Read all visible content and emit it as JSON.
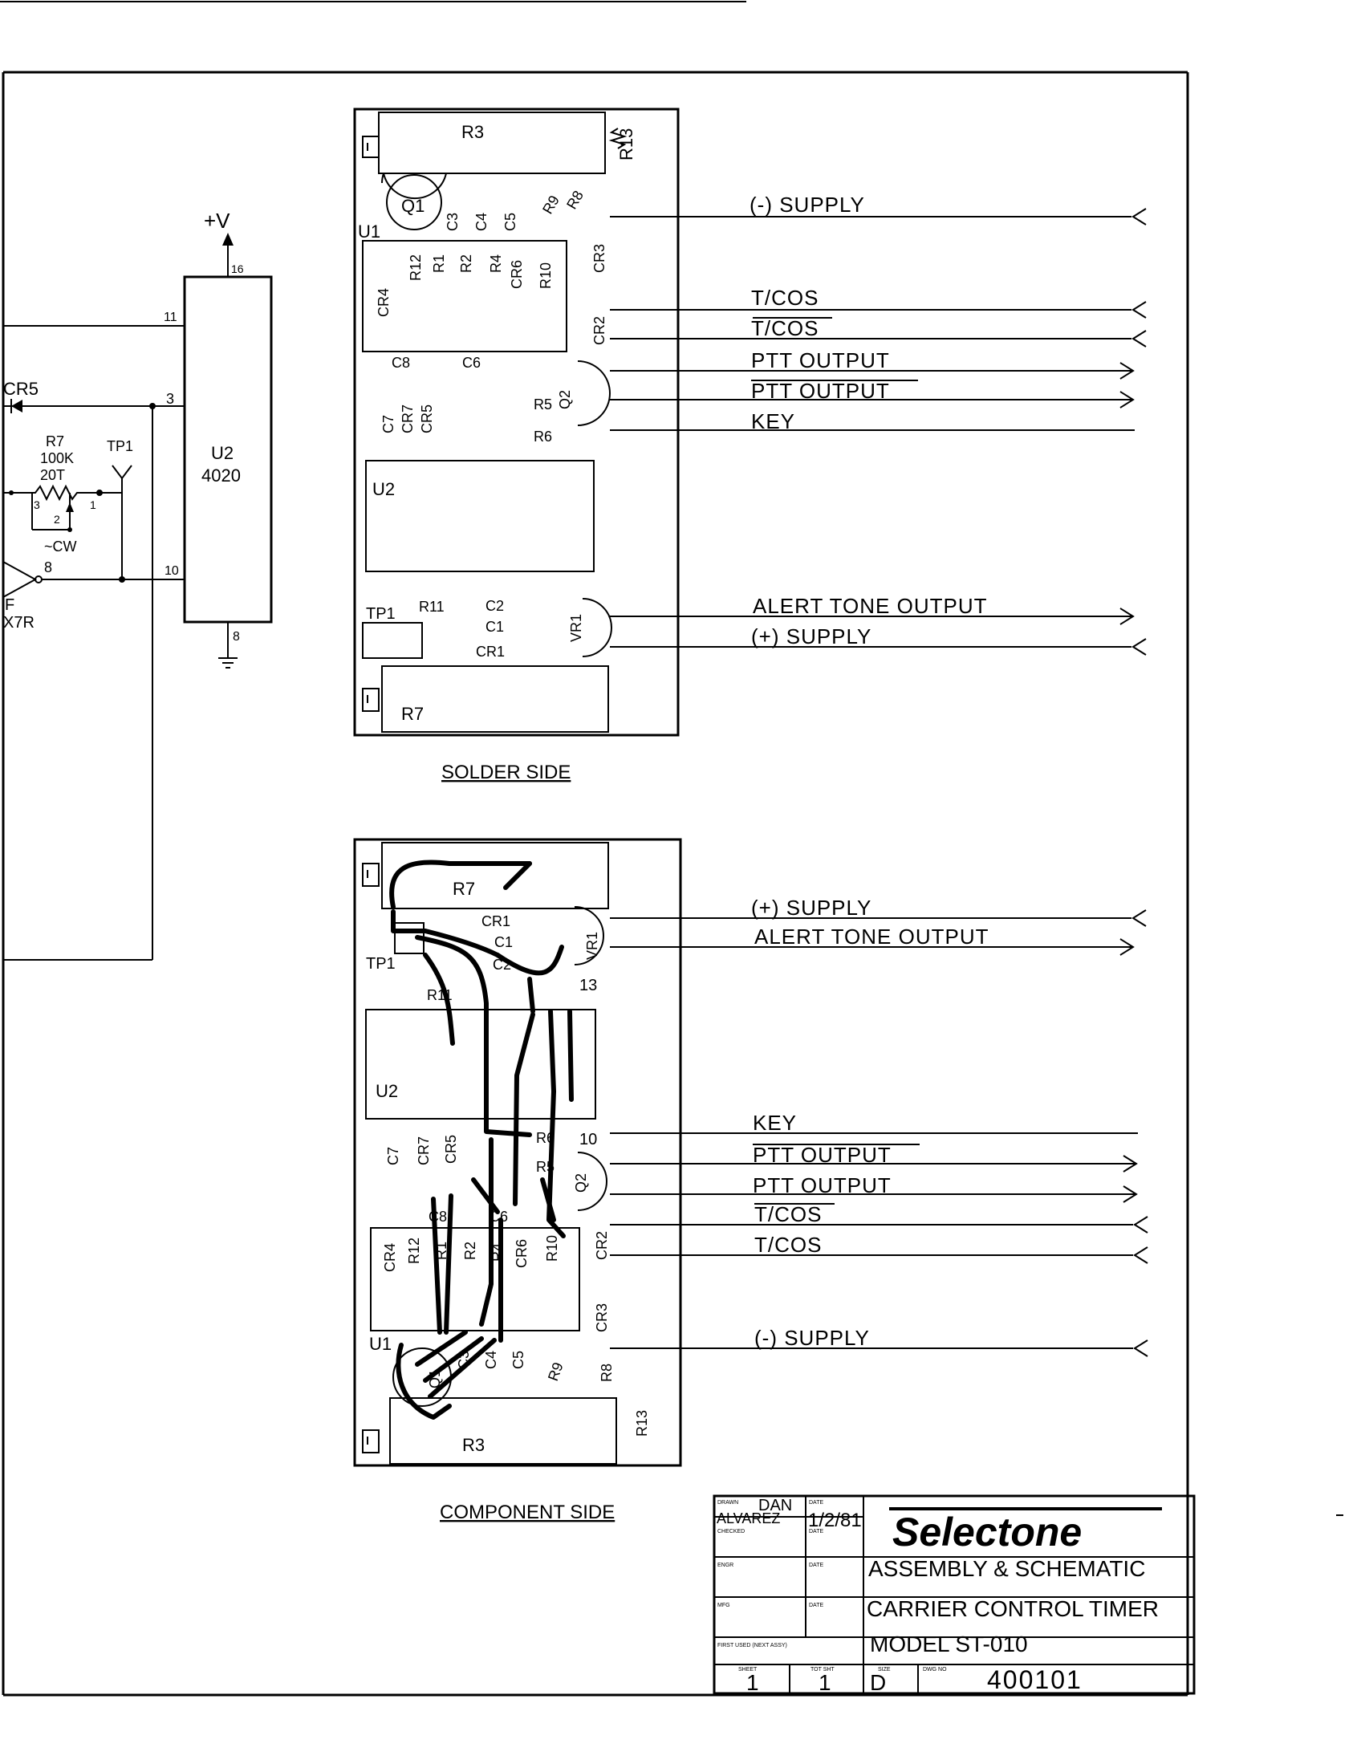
{
  "schematic": {
    "supply_label": "+V",
    "u2_ref": "U2",
    "u2_part": "4020",
    "pin_16": "16",
    "pin_11": "11",
    "pin_3": "3",
    "pin_10": "10",
    "pin_8": "8",
    "pin_8_left": "8",
    "cr5": "CR5",
    "r7_ref": "R7",
    "r7_value": "100K",
    "r7_turns": "20T",
    "tp1": "TP1",
    "pot_pin_3": "3",
    "pot_pin_2": "2",
    "pot_pin_1": "1",
    "cw": "~CW",
    "cap_frag_1": "F",
    "cap_frag_2": "X7R"
  },
  "solder_side": {
    "title": "SOLDER SIDE",
    "parts": {
      "r3": "R3",
      "r13": "R13",
      "q1": "Q1",
      "c3": "C3",
      "c4": "C4",
      "c5": "C5",
      "r9": "R9",
      "r8": "R8",
      "u1": "U1",
      "cr4": "CR4",
      "r12": "R12",
      "r1": "R1",
      "r2": "R2",
      "r4": "R4",
      "cr6": "CR6",
      "r10": "R10",
      "cr3": "CR3",
      "cr2": "CR2",
      "c8": "C8",
      "c6": "C6",
      "q2": "Q2",
      "c7": "C7",
      "cr7": "CR7",
      "cr5": "CR5",
      "r5": "R5",
      "r6": "R6",
      "u2": "U2",
      "r11": "R11",
      "c2": "C2",
      "c1": "C1",
      "cr1": "CR1",
      "vr1": "VR1",
      "tp1": "TP1",
      "r7": "R7"
    },
    "signals": [
      "(-) SUPPLY",
      "T/COS",
      "T/COS",
      "PTT OUTPUT",
      "PTT OUTPUT",
      "KEY",
      "ALERT TONE OUTPUT",
      "(+) SUPPLY"
    ]
  },
  "component_side": {
    "title": "COMPONENT SIDE",
    "parts": {
      "r7": "R7",
      "cr1": "CR1",
      "c1": "C1",
      "c2": "C2",
      "vr1": "VR1",
      "tp1": "TP1",
      "r11": "R11",
      "pin_13": "13",
      "u2": "U2",
      "pin_10": "10",
      "r6": "R6",
      "r5": "R5",
      "c7": "C7",
      "cr7": "CR7",
      "cr5": "CR5",
      "q2": "Q2",
      "c8": "C8",
      "c6": "C6",
      "cr4": "CR4",
      "r12": "R12",
      "r1": "R1",
      "r2": "R2",
      "r4": "R4",
      "cr6": "CR6",
      "r10": "R10",
      "cr2": "CR2",
      "cr3": "CR3",
      "u1": "U1",
      "c3": "C3",
      "c4": "C4",
      "c5": "C5",
      "r9": "R9",
      "r8": "R8",
      "q1": "Q1",
      "r3": "R3",
      "r13": "R13"
    },
    "signals": [
      "(+) SUPPLY",
      "ALERT TONE OUTPUT",
      "KEY",
      "PTT OUTPUT",
      "PTT OUTPUT",
      "T/COS",
      "T/COS",
      "(-) SUPPLY"
    ]
  },
  "title_block": {
    "drawn_label": "DRAWN",
    "drawn_by_1": "DAN",
    "drawn_by_2": "ALVAREZ",
    "date_label": "DATE",
    "date": "1/2/81",
    "checked_label": "CHECKED",
    "date_label_2": "DATE",
    "engr_label": "ENGR",
    "date_label_3": "DATE",
    "mfg_label": "MFG",
    "date_label_4": "DATE",
    "first_used_label": "FIRST USED  (NEXT ASSY)",
    "sheet_label": "SHEET",
    "sheet": "1",
    "tot_sht_label": "TOT SHT",
    "tot_sht": "1",
    "size_label": "SIZE",
    "size": "D",
    "dwg_no_label": "DWG NO",
    "dwg_no": "400101",
    "brand": "Selectone",
    "title_line_1": "ASSEMBLY & SCHEMATIC",
    "title_line_2": "CARRIER CONTROL TIMER",
    "title_line_3": "MODEL ST-010"
  }
}
